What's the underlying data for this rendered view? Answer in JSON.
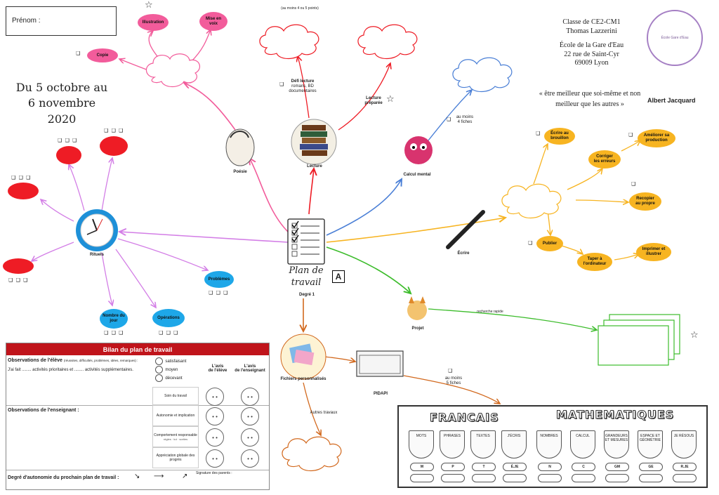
{
  "header": {
    "prenom_label": "Prénom :",
    "dates_line1": "Du 5 octobre au",
    "dates_line2": "6 novembre 2020",
    "school": [
      "Classe de CE2-CM1",
      "Thomas Lazzerini",
      "",
      "École de la Gare d'Eau",
      "22 rue de Saint-Cyr",
      "69009 Lyon"
    ],
    "quote": "« être meilleur que soi-même et non meilleur que les autres »",
    "author": "Albert Jacquard",
    "logo_text": "École Gare d'Eau"
  },
  "center": {
    "title_line1": "Plan de",
    "title_line2": "travail",
    "subtitle": "Degré 1",
    "badge": "A"
  },
  "branches": {
    "poesie": "Poésie",
    "illustration": "Illustration",
    "mise_en_voix": "Mise en voix",
    "copie": "Copie",
    "lecture": "Lecture",
    "au_moins_points": "(au moins 4 ou 5 points)",
    "defi_lecture": "Défi lecture",
    "defi_lecture_sub1": "romans, BD",
    "defi_lecture_sub2": "documentaires",
    "lecture_preparee_1": "Lecture",
    "lecture_preparee_2": "préparée",
    "calcul_mental": "Calcul mental",
    "au_moins_fiches_1": "au moins",
    "au_moins_fiches_2": "4 fiches",
    "ecrire": "Écrire",
    "ecrire_brouillon_1": "Écrire au",
    "ecrire_brouillon_2": "brouillon",
    "corriger_1": "Corriger",
    "corriger_2": "les erreurs",
    "ameliorer_1": "Améliorer sa",
    "ameliorer_2": "production",
    "recopier_1": "Recopier",
    "recopier_2": "au propre",
    "publier": "Publier",
    "taper_1": "Taper à",
    "taper_2": "l'ordinateur",
    "imprimer_1": "Imprimer et",
    "imprimer_2": "illustrer",
    "projet": "Projet",
    "recherche": "recherche rapide",
    "rituels": "Rituels",
    "problemes": "Problèmes",
    "operations": "Opérations",
    "nombre_1": "Nombre du",
    "nombre_2": "jour",
    "fichiers_perso": "Fichiers personnalisés",
    "pidapi": "PIDAPI",
    "pidapi_fiches_1": "au moins",
    "pidapi_fiches_2": "5 fiches",
    "autres_travaux": "Autres travaux",
    "checks3": "❑ ❑ ❑",
    "check1": "❑"
  },
  "bilan": {
    "title": "Bilan du plan de travail",
    "obs_eleve": "Observations de l'élève",
    "obs_eleve_hint": "(réussites, difficultés, problèmes, idées, remarques) :",
    "jai_fait": "J'ai fait ........ activités prioritaires et ........ activités supplémentaires.",
    "satisfaisant": "satisfaisant",
    "moyen": "moyen",
    "decevant": "décevant",
    "avis_eleve_1": "L'avis",
    "avis_eleve_2": "de l'élève",
    "avis_ens_1": "L'avis",
    "avis_ens_2": "de l'enseignant",
    "soin": "Soin du travail",
    "autonomie": "Autonomie et implication",
    "comportement": "Comportement responsable",
    "comportement_sub": "règles · tut · sorties",
    "appreciation": "Appréciation globale des progrès",
    "obs_ens": "Observations de l'enseignant :",
    "degre": "Degré d'autonomie du prochain plan de travail :",
    "signature": "Signature des parents :"
  },
  "subjects": {
    "francais": "FRANCAIS",
    "maths": "MATHEMATIQUES",
    "fr_items": [
      {
        "label": "MOTS",
        "code": "M"
      },
      {
        "label": "PHRASES",
        "code": "P"
      },
      {
        "label": "TEXTES",
        "code": "T"
      },
      {
        "label": "J'ÉCRIS",
        "code": "É.JE"
      }
    ],
    "math_items": [
      {
        "label": "NOMBRES",
        "code": "N"
      },
      {
        "label": "CALCUL",
        "code": "C"
      },
      {
        "label": "GRANDEURS ET MESURES",
        "code": "GM"
      },
      {
        "label": "ESPACE ET GÉOMÉTRIE",
        "code": "GE"
      },
      {
        "label": "JE RÉSOUS",
        "code": "R.JE"
      }
    ]
  },
  "colors": {
    "pink": "#f25c9b",
    "red": "#ee1c25",
    "blue": "#1ea7e8",
    "orange": "#f7b421",
    "violet": "#d37ee6",
    "green": "#3cbc2b",
    "brown": "#d2691e",
    "bilan_red": "#c0141b"
  }
}
